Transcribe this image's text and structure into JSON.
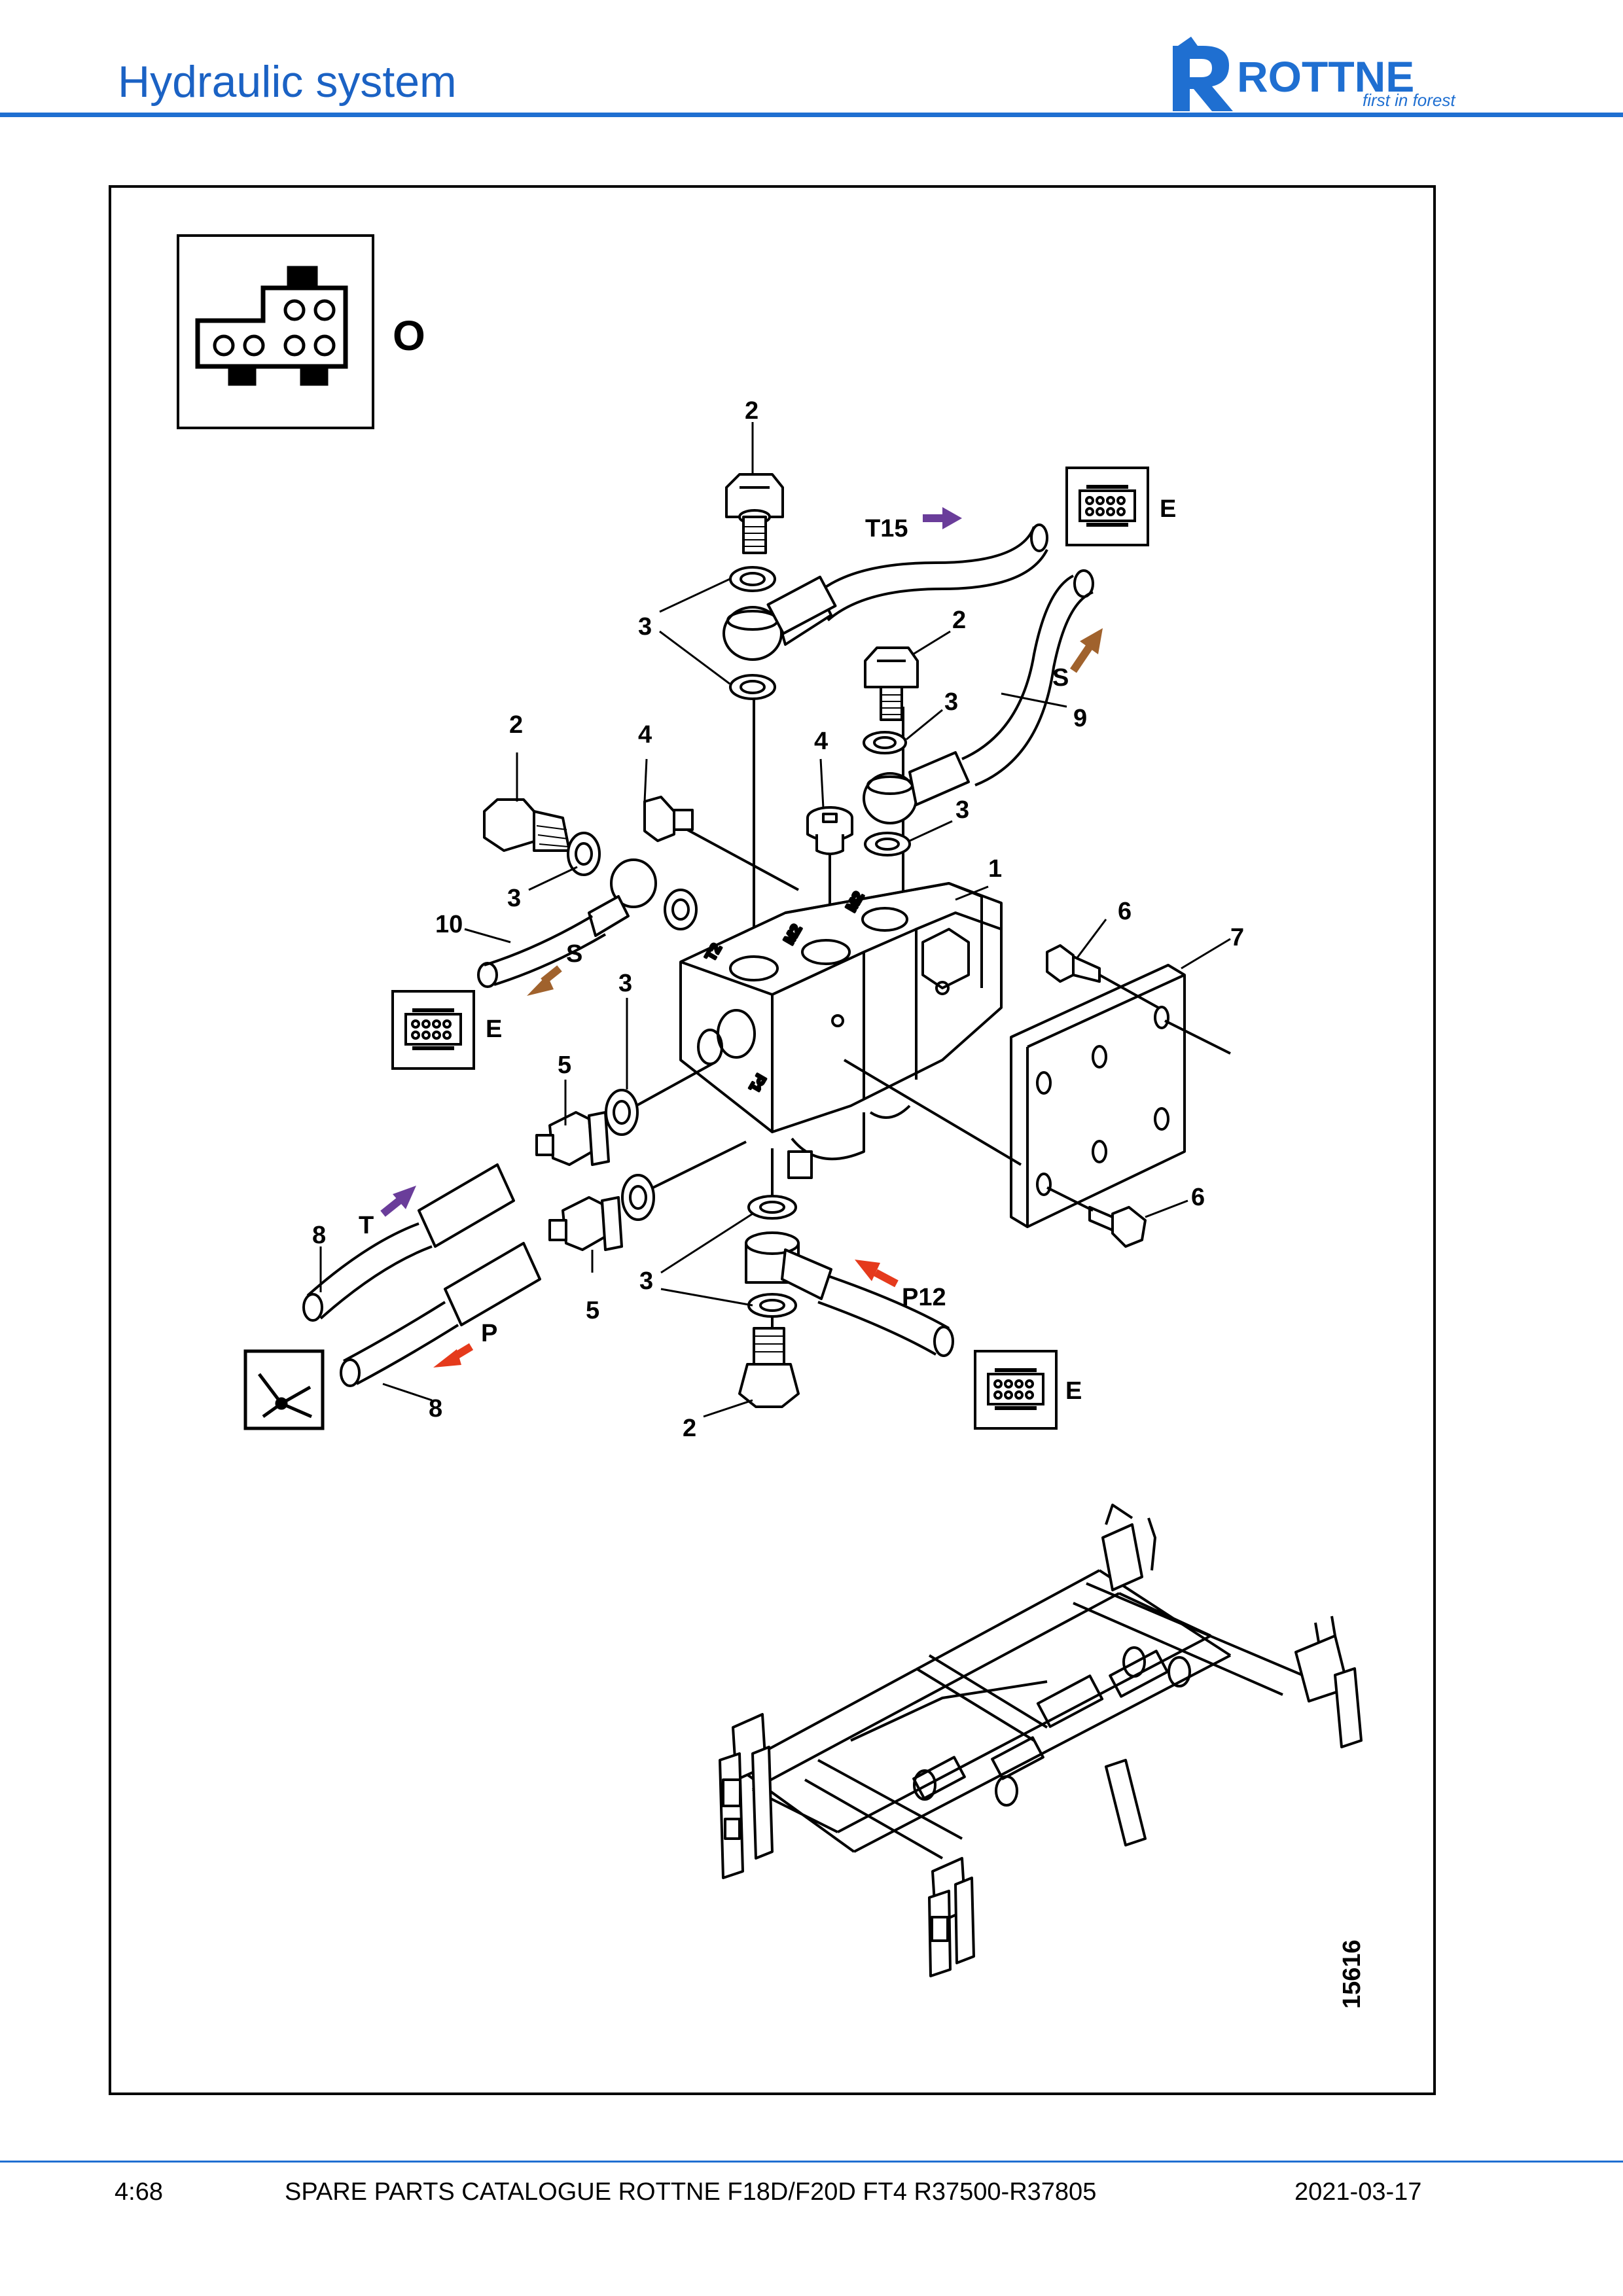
{
  "header": {
    "title": "Hydraulic system",
    "brand": "ROTTNE",
    "tagline": "first in forest",
    "accent_color": "#1f6fd1",
    "text_color": "#1b62c4"
  },
  "legend_symbol": {
    "letter": "O",
    "icon": "connector-block-icon"
  },
  "callouts": {
    "top_bolt": "2",
    "top_washers": "3",
    "mid_bolt": "2",
    "mid_washer_a": "3",
    "mid_washer_b": "3",
    "hose_right": "9",
    "left_bolt": "2",
    "plug_left": "4",
    "plug_mid": "4",
    "valve_block": "1",
    "left_washer": "3",
    "hose_left": "10",
    "washer_center": "3",
    "screw_top": "6",
    "plate": "7",
    "fitting_top": "5",
    "screw_bottom": "6",
    "hose_t": "8",
    "washers_bottom": "3",
    "fitting_bottom": "5",
    "hose_p": "8",
    "bottom_bolt": "2"
  },
  "port_labels": {
    "t15": "T15",
    "s_right": "S",
    "s_left": "S",
    "t": "T",
    "p": "P",
    "p12": "P12",
    "e1": "E",
    "e2": "E",
    "e3": "E"
  },
  "block_labels": {
    "t2": "T2",
    "m2a": "M2",
    "m2b": "M2",
    "p1": "P1"
  },
  "arrow_colors": {
    "tank": "#6a3d9a",
    "suction": "#a0622d",
    "pressure": "#e53a1c"
  },
  "figure_number": "15616",
  "footer": {
    "page": "4:68",
    "catalogue": "SPARE PARTS CATALOGUE ROTTNE F18D/F20D FT4 R37500-R37805",
    "date": "2021-03-17"
  }
}
